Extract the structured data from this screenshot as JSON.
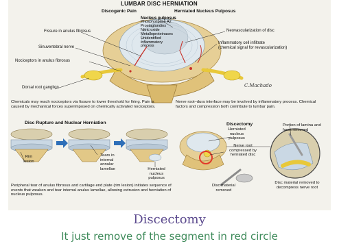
{
  "header": {
    "title": "LUMBAR DISC HERNIATION",
    "left_subtitle": "Discogenic Pain",
    "right_subtitle": "Herniated Nucleus Pulposus"
  },
  "top_diagram": {
    "nucleus_title": "Nucleus pulposus",
    "nucleus_items": [
      "Phospholipase A2",
      "Prostaglandins",
      "Nitric oxide",
      "Metalloproteinases",
      "Unidentified",
      "inflammatory",
      "process"
    ],
    "labels": {
      "fissure": "Fissure in anulus fibrosus",
      "sinuvertebral": "Sinuvertebral nerve",
      "nociceptors": "Nociceptors in anulus fibrosus",
      "ganglion": "Dorsal root ganglion",
      "neovascularization": "Neovascularization of disc",
      "infiltrate_1": "Inflammatory cell infiltrate",
      "infiltrate_2": "(chemical signal for revascularization)"
    },
    "left_paragraph": "Chemicals may reach nociceptors via fissure to lower threshold for firing. Pain is caused by mechanical forces superimposed on chemically activated nociceptors.",
    "right_paragraph": "Nerve root–dura interface may be involved by inflammatory process. Chemical factors and compression both contribute to lumbar pain."
  },
  "rupture_section": {
    "title": "Disc Rupture and Nuclear Herniation",
    "rim_lesion": "Rim lesion",
    "tears": "Tears in internal annular lamellae",
    "herniated": "Herniated nucleus pulposus",
    "paragraph": "Peripheral tear of anulus fibrosus and cartilage end plate (rim lesion) initiates sequence of events that weaken and tear internal anulus lamellae, allowing extrusion and herniation of nucleus pulposus."
  },
  "discectomy_section": {
    "title": "Discectomy",
    "herniated": "Herniated nucleus pulposus",
    "compressed": "Nerve root compressed by herniated disc",
    "lamina": "Portion of lamina and facet removed",
    "disc_removed": "Disc material removed",
    "decompress": "Disc material removed to decompress nerve root"
  },
  "signature": "C.Machado",
  "captions": {
    "main": "Discectomy",
    "sub": "It just remove of the segment in red circle"
  },
  "colors": {
    "caption_main": "#5b4a8e",
    "caption_sub": "#3e8a5a",
    "bone": "#e3c98a",
    "disc": "#cfdce6",
    "nerve": "#f2d84a",
    "highlight": "#e23a2a"
  }
}
